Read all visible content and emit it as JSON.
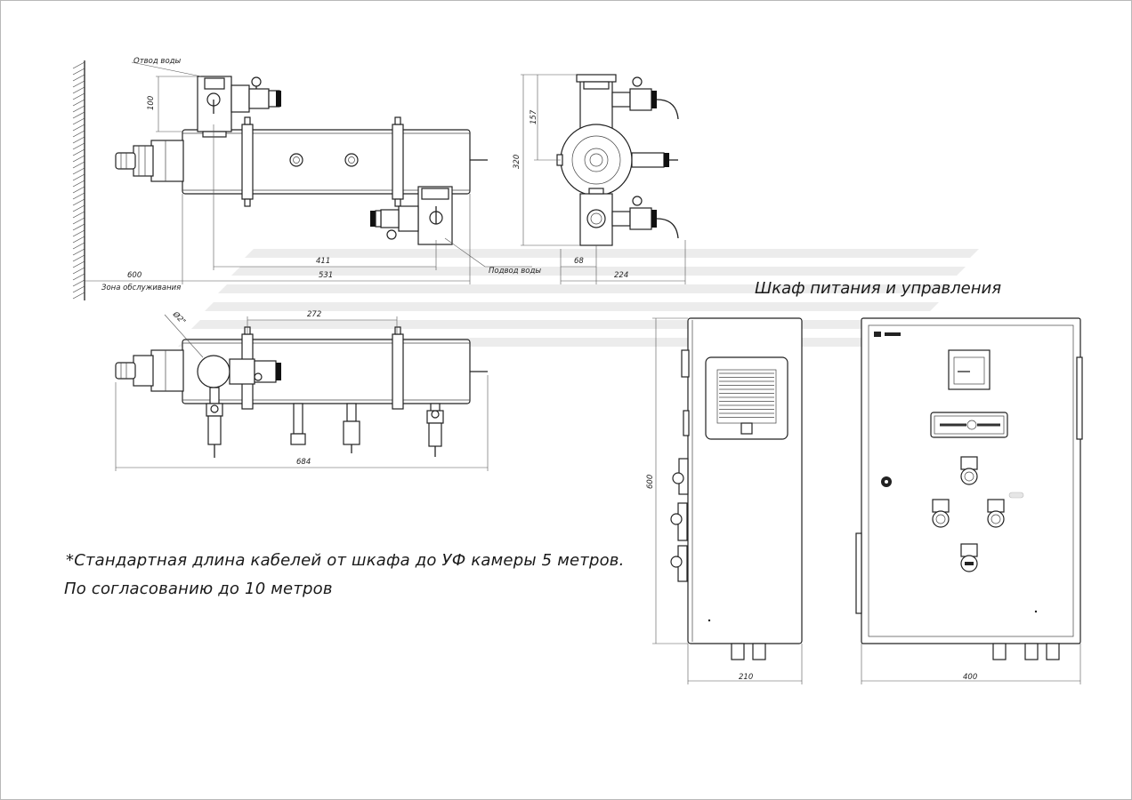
{
  "notes": {
    "line1": "*Стандартная длина кабелей от шкафа до УФ камеры 5 метров.",
    "line2": "По согласованию до 10 метров"
  },
  "cabinet": {
    "title": "Шкаф питания и управления",
    "dim_height": "600",
    "dim_depth": "210",
    "dim_width": "400"
  },
  "uv_unit": {
    "label_outlet": "Отвод воды",
    "label_inlet": "Подвод воды",
    "label_service_zone": "Зона обслуживания",
    "dim_100": "100",
    "dim_411": "411",
    "dim_531": "531",
    "dim_600": "600",
    "dim_157": "157",
    "dim_320": "320",
    "dim_68": "68",
    "dim_224": "224",
    "dim_272": "272",
    "dim_684": "684",
    "dim_diam": "Ø2\""
  },
  "colors": {
    "line": "#222222",
    "watermark": "#e9e9e9"
  }
}
